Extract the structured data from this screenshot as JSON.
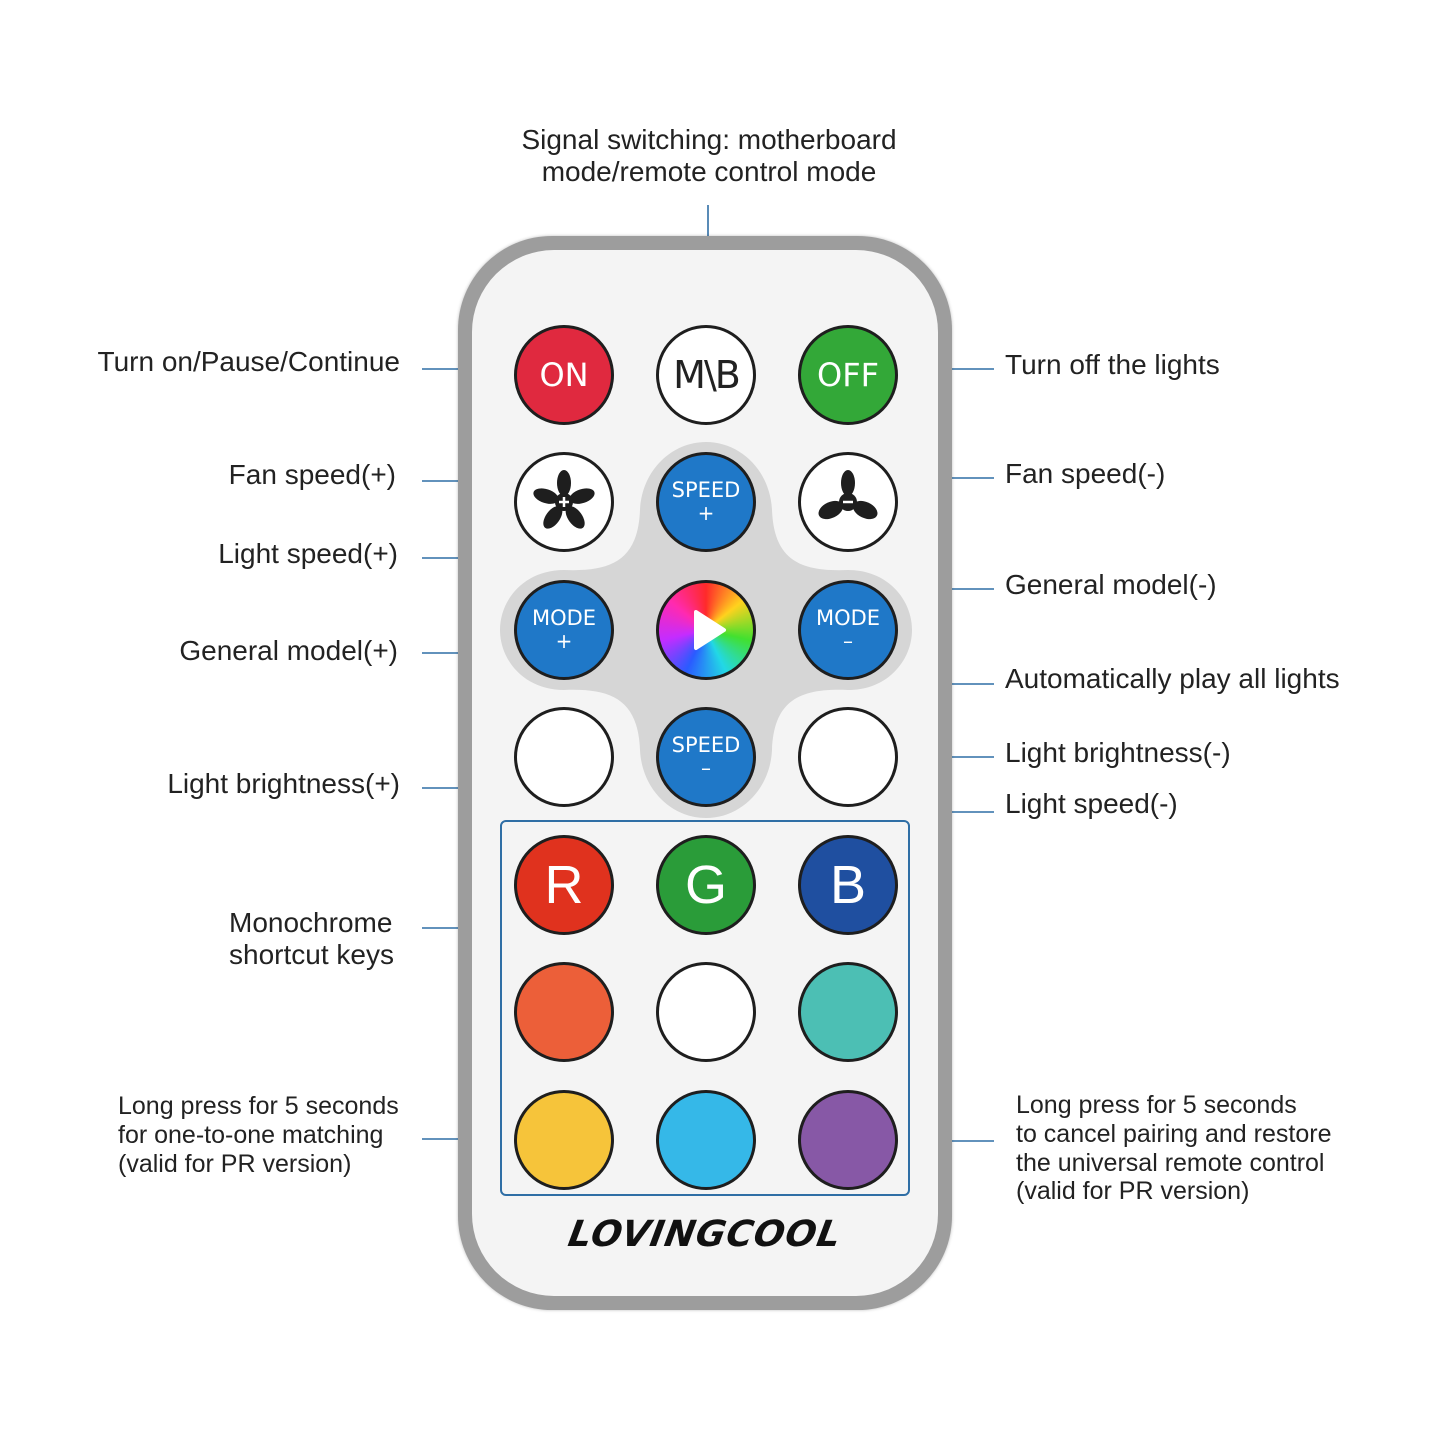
{
  "labels": {
    "signal": "Signal switching: motherboard\nmode/remote control mode",
    "on": "Turn on/Pause/Continue",
    "off": "Turn off the lights",
    "fan_plus": "Fan speed(+)",
    "fan_minus": "Fan speed(-)",
    "light_speed_plus": "Light speed(+)",
    "general_minus": "General model(-)",
    "general_plus": "General model(+)",
    "auto_play": "Automatically play all lights",
    "brightness_minus": "Light brightness(-)",
    "light_speed_minus": "Light speed(-)",
    "brightness_plus": "Light brightness(+)",
    "monochrome": "Monochrome\nshortcut keys",
    "long_press_match": "Long press for 5 seconds\nfor one-to-one matching\n(valid for PR version)",
    "long_press_cancel": "Long press for 5 seconds\nto cancel pairing and restore\nthe universal remote control\n(valid for PR version)"
  },
  "buttons": {
    "on": "ON",
    "mb": "M\\B",
    "off": "OFF",
    "speed_plus": "SPEED",
    "speed_plus_sign": "+",
    "mode_plus": "MODE",
    "mode_plus_sign": "+",
    "mode_minus": "MODE",
    "mode_minus_sign": "–",
    "speed_minus": "SPEED",
    "speed_minus_sign": "–",
    "r": "R",
    "g": "G",
    "b": "B"
  },
  "brand": "LOVINGCOOL",
  "colors": {
    "on": "#e0293f",
    "off": "#33a838",
    "blue": "#1f78c8",
    "r": "#e0321e",
    "g": "#2a9c39",
    "b": "#1f4fa0",
    "orange": "#ec5f39",
    "white": "#ffffff",
    "teal": "#4cbfb4",
    "yellow": "#f6c43a",
    "sky": "#35b8e8",
    "purple": "#8758a6",
    "leader": "#2f6ea5"
  },
  "icons": {
    "fan_plus": "fan-plus-icon",
    "fan_minus": "fan-minus-icon",
    "play": "play-icon"
  }
}
